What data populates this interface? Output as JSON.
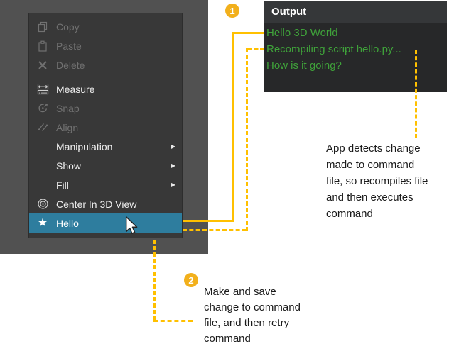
{
  "colors": {
    "accent_yellow": "#FFC000",
    "badge_orange": "#F2B01C",
    "selection_blue": "#2E7D9E",
    "output_green": "#3FA23A",
    "menu_background": "#383838",
    "backdrop_gray": "#515151",
    "panel_background": "#272829",
    "titlebar_background": "#353739"
  },
  "context_menu": {
    "items": [
      {
        "label": "Copy",
        "icon": "copy-icon",
        "state": "disabled"
      },
      {
        "label": "Paste",
        "icon": "paste-icon",
        "state": "disabled"
      },
      {
        "label": "Delete",
        "icon": "delete-icon",
        "state": "disabled"
      },
      {
        "type": "separator"
      },
      {
        "label": "Measure",
        "icon": "measure-icon",
        "state": "enabled"
      },
      {
        "label": "Snap",
        "icon": "snap-icon",
        "state": "disabled"
      },
      {
        "label": "Align",
        "icon": "align-icon",
        "state": "disabled"
      },
      {
        "label": "Manipulation",
        "state": "enabled",
        "submenu": true
      },
      {
        "label": "Show",
        "state": "enabled",
        "submenu": true
      },
      {
        "label": "Fill",
        "state": "enabled",
        "submenu": true
      },
      {
        "label": "Center In 3D View",
        "icon": "center-in-3d-view-icon",
        "state": "enabled"
      },
      {
        "label": "Hello",
        "icon": "star-icon",
        "state": "selected"
      }
    ],
    "submenu_arrow": "▶",
    "star_glyph": "★"
  },
  "output_panel": {
    "title": "Output",
    "lines": [
      "Hello 3D World",
      "Recompiling script hello.py...",
      "How is it going?"
    ]
  },
  "callouts": {
    "step1": {
      "badge": "1",
      "note": "App detects change\nmade to command\nfile, so recompiles file\nand then executes\ncommand"
    },
    "step2": {
      "badge": "2",
      "note": "Make and save\nchange to command\nfile, and then retry\ncommand"
    }
  }
}
